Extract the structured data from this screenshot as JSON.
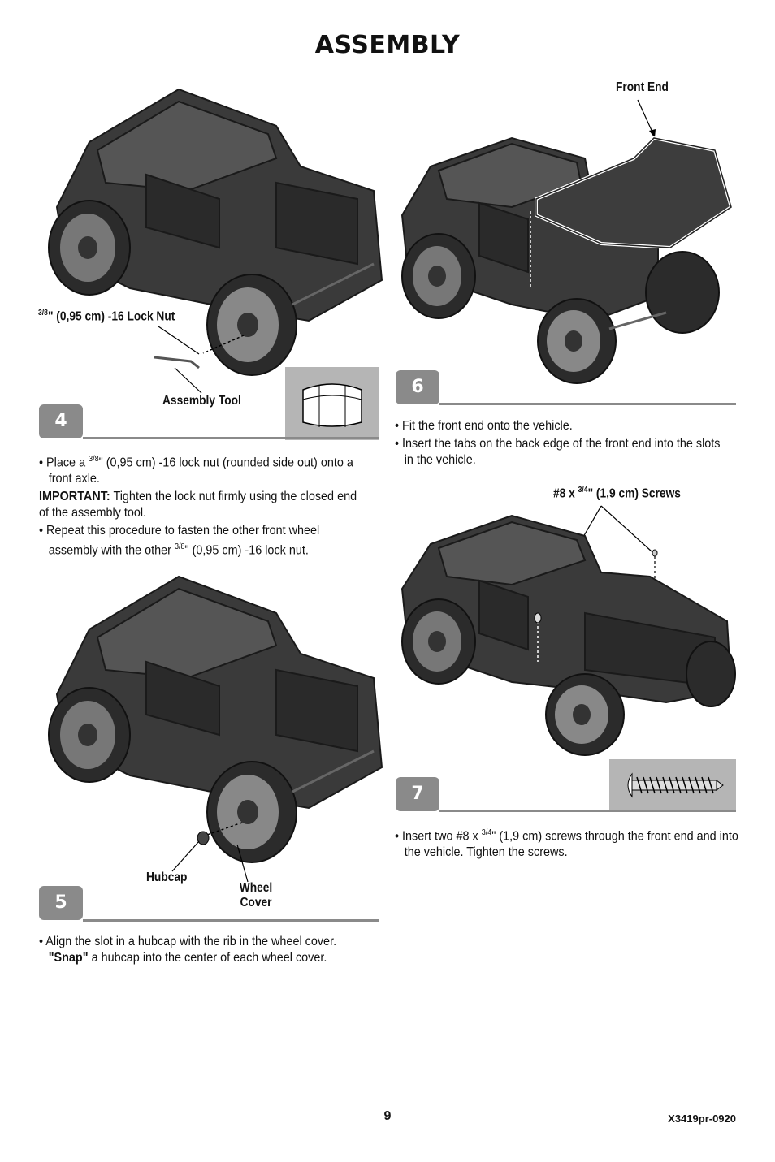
{
  "page": {
    "title": "ASSEMBLY",
    "page_number": "9",
    "doc_code": "X3419pr-0920"
  },
  "step4": {
    "number": "4",
    "callout_locknut_frac": "3/8",
    "callout_locknut_rest": "\" (0,95 cm) -16 Lock Nut",
    "callout_tool": "Assembly Tool",
    "bullet1_pre": "Place a ",
    "bullet1_frac": "3/8",
    "bullet1_post": "\" (0,95 cm) -16 lock nut (rounded side out) onto a front axle.",
    "important_label": "IMPORTANT:",
    "important_text": " Tighten the lock nut firmly using the closed end of the assembly tool.",
    "bullet2_pre": "Repeat this procedure to fasten the other front wheel assembly with the other ",
    "bullet2_frac": "3/8",
    "bullet2_post": "\" (0,95 cm) -16 lock nut."
  },
  "step5": {
    "number": "5",
    "callout_hubcap": "Hubcap",
    "callout_wheel_cover_1": "Wheel",
    "callout_wheel_cover_2": "Cover",
    "bullet1_text": "Align the slot in a hubcap with the rib in the wheel cover.",
    "bullet1_snap": "\"Snap\"",
    "bullet1_rest": " a hubcap into the center of each wheel cover."
  },
  "step6": {
    "number": "6",
    "callout_front_end": "Front End",
    "bullet1": "Fit the front end onto the vehicle.",
    "bullet2": "Insert the tabs on the back edge of the front end into the slots in the vehicle."
  },
  "step7": {
    "number": "7",
    "callout_screws_pre": "#8 x ",
    "callout_screws_frac": "3/4",
    "callout_screws_post": "\" (1,9 cm) Screws",
    "bullet1_pre": "Insert two #8 x ",
    "bullet1_frac": "3/4",
    "bullet1_post": "\" (1,9 cm) screws through the front end and into the vehicle. Tighten the screws."
  },
  "icons": {
    "vehicle": "vehicle-illustration",
    "locknut": "lock-nut-icon",
    "screw": "screw-icon"
  }
}
